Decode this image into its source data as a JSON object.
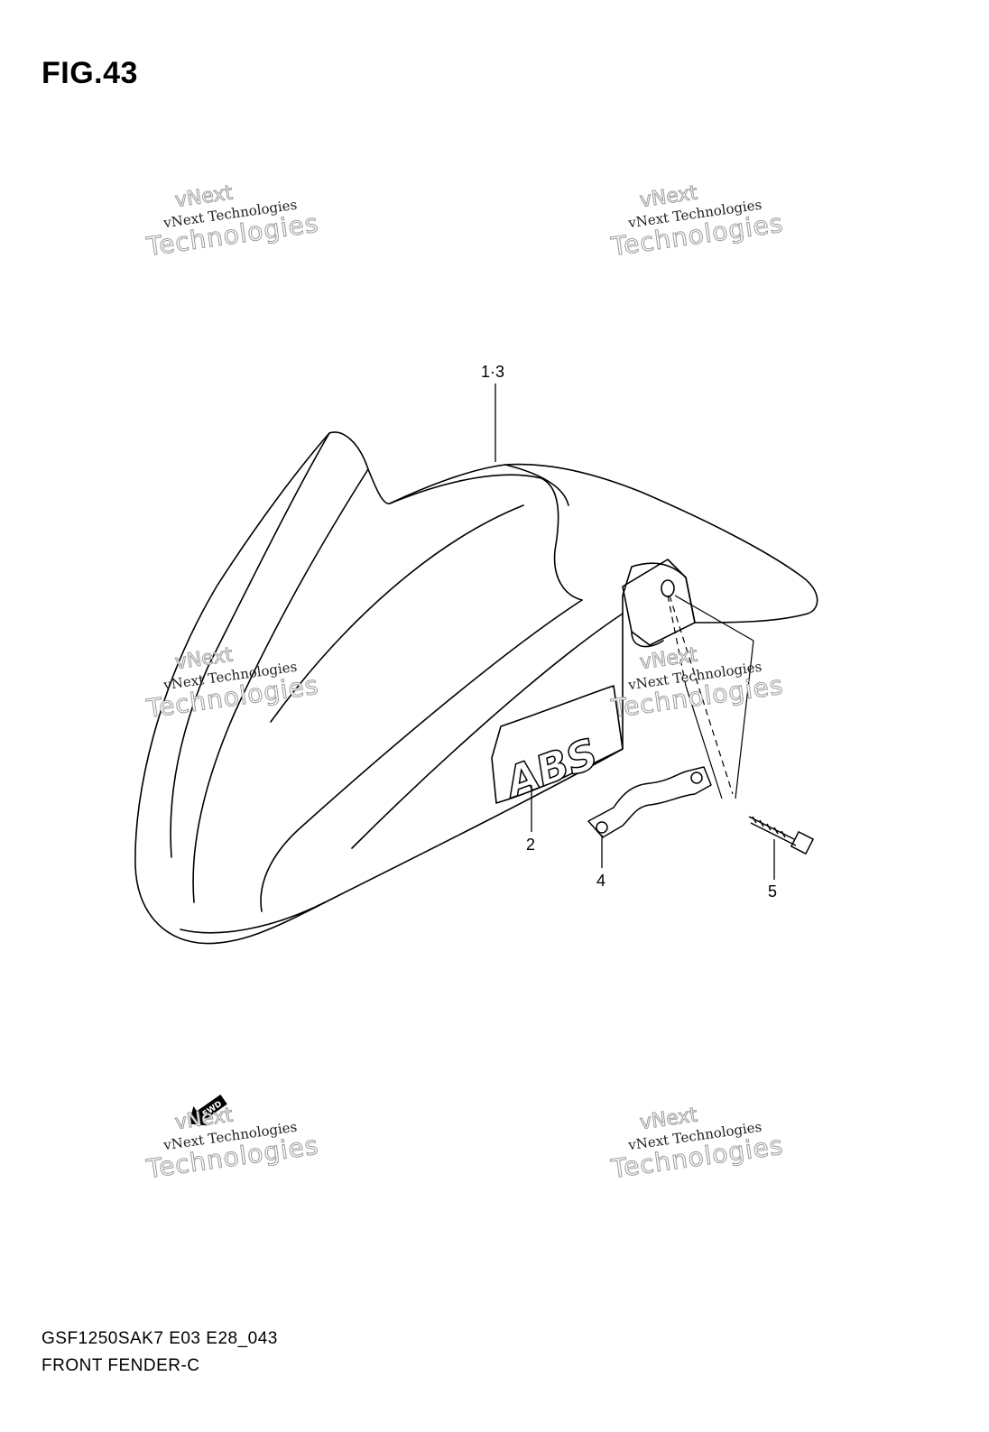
{
  "figure": {
    "title": "FIG.43"
  },
  "callouts": {
    "c13": "1·3",
    "c2": "2",
    "c4": "4",
    "c5": "5"
  },
  "emblem": {
    "abs": "ABS"
  },
  "fwd_marker": {
    "text": "FWD"
  },
  "watermark": {
    "line1": "vNext",
    "line2": "vNext Technologies",
    "line3": "Technologies"
  },
  "footer": {
    "code": "GSF1250SAK7 E03 E28_043",
    "name": "FRONT FENDER-C"
  }
}
